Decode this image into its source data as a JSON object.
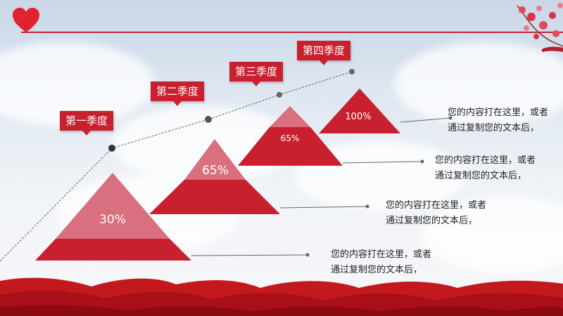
{
  "quarters": [
    {
      "label": "第一季度",
      "percent": "30%"
    },
    {
      "label": "第二季度",
      "percent": "65%"
    },
    {
      "label": "第三季度",
      "percent": "65%"
    },
    {
      "label": "第四季度",
      "percent": "100%"
    }
  ],
  "descriptions": [
    {
      "line1": "您的内容打在这里，或者",
      "line2": "通过复制您的文本后，"
    },
    {
      "line1": "您的内容打在这里，或者",
      "line2": "通过复制您的文本后，"
    },
    {
      "line1": "您的内容打在这里，或者",
      "line2": "通过复制您的文本后，"
    },
    {
      "line1": "您的内容打在这里，或者",
      "line2": "通过复制您的文本后，"
    }
  ],
  "colors": {
    "accent_red": "#c8202f",
    "light_red": "#d8707f"
  },
  "icons": {
    "heart": "heart-icon",
    "plum_blossom": "plum-blossom-decoration"
  }
}
